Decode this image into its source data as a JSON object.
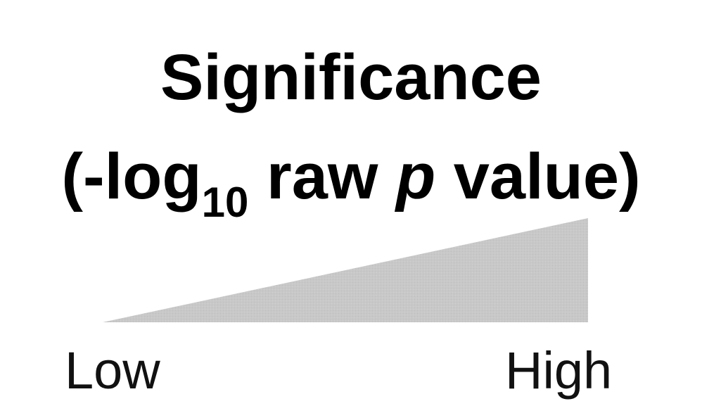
{
  "title": {
    "line1": "Significance",
    "line2_prefix": "(-log",
    "line2_subscript": "10",
    "line2_middle": " raw ",
    "line2_italic": "p",
    "line2_suffix": " value)"
  },
  "scale": {
    "low_label": "Low",
    "high_label": "High",
    "fill_color": "#c6c6c6",
    "direction": "increasing left-to-right"
  }
}
